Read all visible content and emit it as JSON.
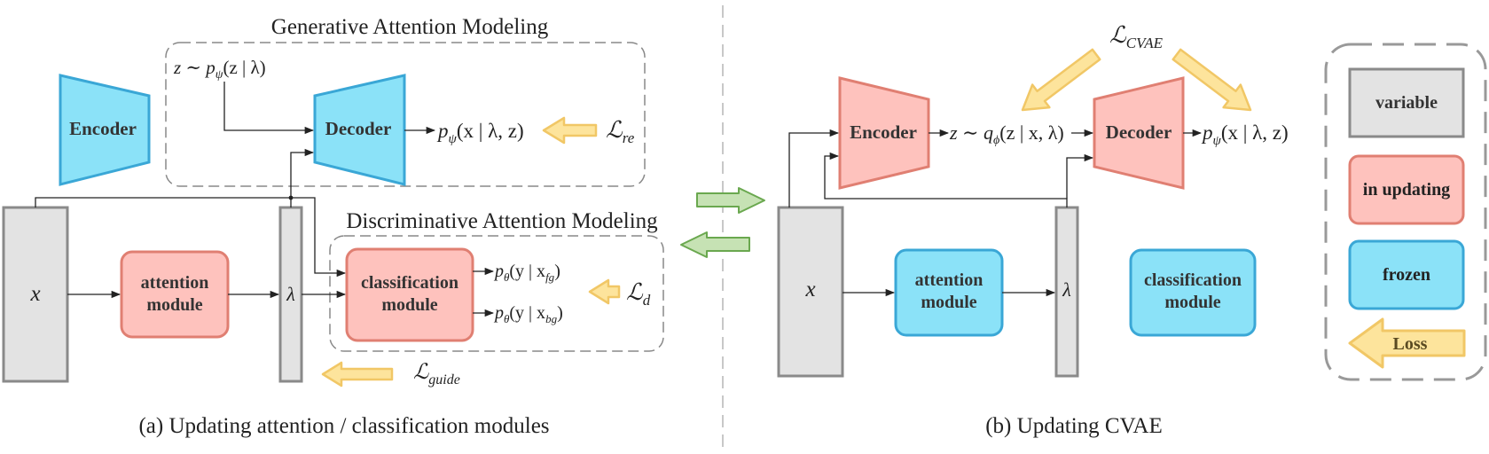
{
  "colors": {
    "encoder_blue_fill": "#8be2f8",
    "blue_stroke": "#3aa7d6",
    "pink_fill": "#fec2bd",
    "pink_stroke": "#e07f72",
    "gray_fill": "#e3e3e3",
    "gray_stroke": "#8a8a8a",
    "loss_fill": "#fde49c",
    "loss_stroke": "#f1c766",
    "green_fill": "#c6e2b4",
    "green_stroke": "#6aa84f"
  },
  "panel_a": {
    "caption": "(a) Updating attention / classification modules",
    "generative_title": "Generative Attention Modeling",
    "discriminative_title": "Discriminative Attention Modeling",
    "encoder_label": "Encoder",
    "decoder_label": "Decoder",
    "prior_eq": {
      "lhs": "z ∼ p",
      "sub": "ψ",
      "rhs": "(z | λ)"
    },
    "decoder_out": {
      "p": "p",
      "sub": "ψ",
      "rest": "(x | λ, z)"
    },
    "loss_re": {
      "L": "ℒ",
      "sub": "re"
    },
    "x_label": "x",
    "lambda_label": "λ",
    "attention_label": [
      "attention",
      "module"
    ],
    "classification_label": [
      "classification",
      "module"
    ],
    "fg_out": {
      "p": "p",
      "sub": "θ",
      "mid": "(y | x",
      "sub2": "fg",
      "end": ")"
    },
    "bg_out": {
      "p": "p",
      "sub": "θ",
      "mid": "(y | x",
      "sub2": "bg",
      "end": ")"
    },
    "loss_d": {
      "L": "ℒ",
      "sub": "d"
    },
    "loss_guide": {
      "L": "ℒ",
      "sub": "guide"
    }
  },
  "panel_b": {
    "caption": "(b) Updating CVAE",
    "loss_cvae": {
      "L": "ℒ",
      "sub": "CVAE"
    },
    "encoder_label": "Encoder",
    "decoder_label": "Decoder",
    "posterior_eq": {
      "lhs": "z ∼ q",
      "sub": "ϕ",
      "rhs": "(z | x, λ)"
    },
    "decoder_out": {
      "p": "p",
      "sub": "ψ",
      "rest": "(x | λ, z)"
    },
    "x_label": "x",
    "lambda_label": "λ",
    "attention_label": [
      "attention",
      "module"
    ],
    "classification_label": [
      "classification",
      "module"
    ]
  },
  "legend": {
    "variable": "variable",
    "in_updating": "in updating",
    "frozen": "frozen",
    "loss": "Loss"
  }
}
